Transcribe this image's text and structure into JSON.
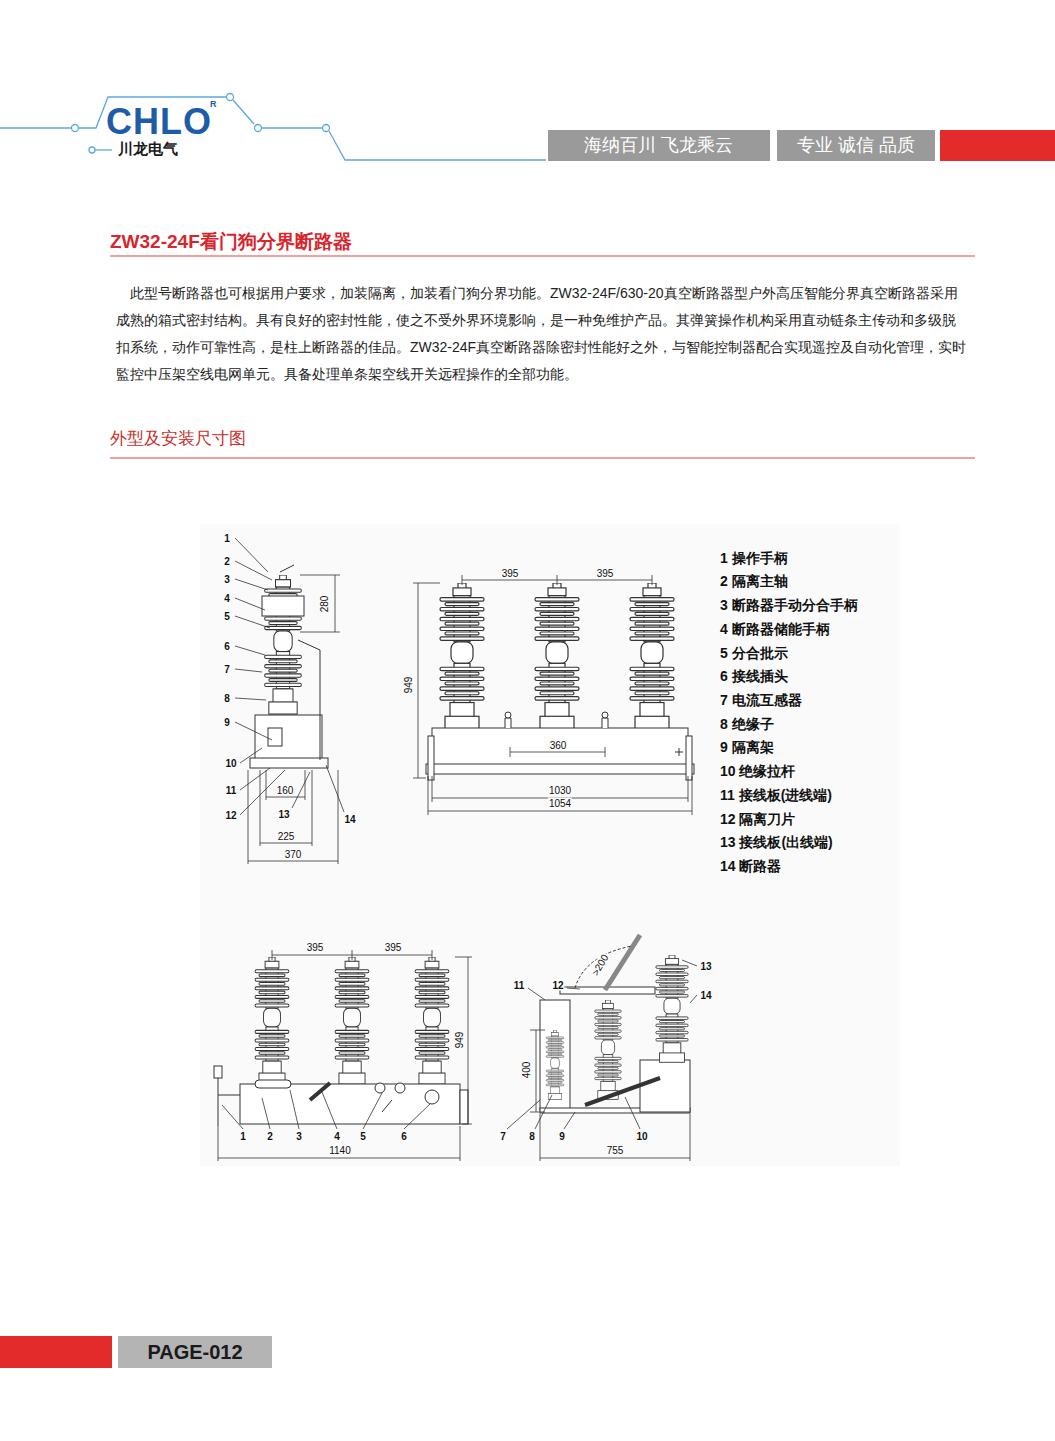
{
  "diagram": {
    "title": "ZW32-24F看门狗分界断路器",
    "nodes": [
      {
        "text": [
          "海纳百川 飞龙乘云"
        ]
      },
      {
        "text": [
          "专业 诚信 品质"
        ]
      },
      {
        "text": [
          "PAGE-012"
        ]
      }
    ],
    "labels": [
      "CHLO",
      "R",
      "川龙电气",
      "此型号断路器也可根据用户要求，加装隔离，加装看门狗分界功能。ZW32-24F/630-20真空断路器型户外高压智能分界真空断路器采用成熟的箱式密封结构。具有良好的密封性能，使之不受外界环境影响，是一种免维护产品。其弹簧操作机构采用直动链条主传动和多级脱扣系统，动作可靠性高，是柱上断路器的佳品。ZW32-24F真空断路器除密封性能好之外，与智能控制器配合实现遥控及自动化管理，实时監控中压架空线电网单元。具备处理单条架空线开关远程操作的全部功能。",
      "外型及安装尺寸图",
      "1",
      "2",
      "3",
      "4",
      "5",
      "6",
      "7",
      "8",
      "9",
      "10",
      "11",
      "12",
      "13",
      "14",
      "280",
      "160",
      "225",
      "370",
      "395",
      "395",
      "949",
      "360",
      "1030",
      "1054",
      "1 操作手柄",
      "2 隔离主轴",
      "3 断路器手动分合手柄",
      "4 断路器储能手柄",
      "5 分合批示",
      "6 接线插头",
      "7 电流互感器",
      "8 绝缘子",
      "9 隔离架",
      "10 绝缘拉杆",
      "11 接线板(进线端)",
      "12 隔离刀片",
      "13 接线板(出线端)",
      "14 断路器",
      "395",
      "395",
      "949",
      "1140",
      "1",
      "2",
      "3",
      "4",
      "5",
      "6",
      "11",
      "12",
      ">200",
      "13",
      "14",
      "400",
      "7",
      "8",
      "9",
      "10",
      "755"
    ]
  }
}
